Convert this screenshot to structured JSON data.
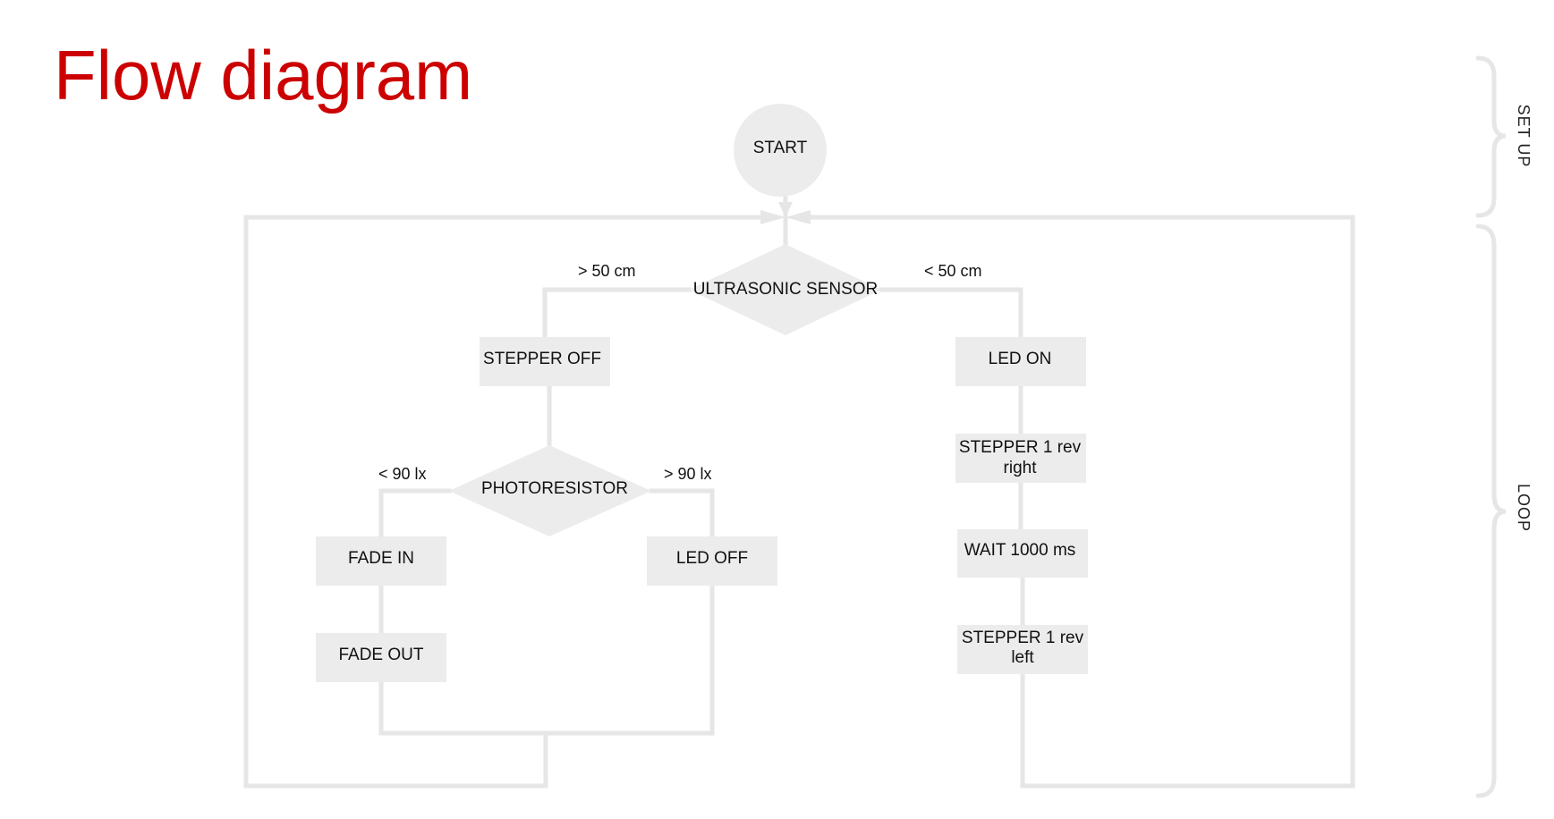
{
  "title": "Flow diagram",
  "colors": {
    "title": "#cc0000",
    "node_fill": "#ececec",
    "connector": "#e6e6e6",
    "text": "#111111"
  },
  "nodes": {
    "start": "START",
    "ultrasonic_sensor": "ULTRASONIC SENSOR",
    "stepper_off": "STEPPER OFF",
    "led_on": "LED ON",
    "stepper_right_line1": "STEPPER  1 rev",
    "stepper_right_line2": "right",
    "wait": "WAIT 1000 ms",
    "stepper_left_line1": "STEPPER  1 rev",
    "stepper_left_line2": "left",
    "photoresistor": "PHOTORESISTOR",
    "fade_in": "FADE IN",
    "fade_out": "FADE OUT",
    "led_off": "LED OFF"
  },
  "edges": {
    "ultrasonic_far": "> 50 cm",
    "ultrasonic_near": "< 50 cm",
    "light_low": "< 90 lx",
    "light_high": "> 90 lx"
  },
  "phases": {
    "setup": "SET UP",
    "loop": "LOOP"
  }
}
